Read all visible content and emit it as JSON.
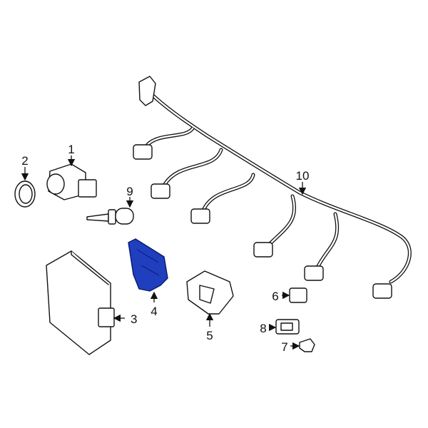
{
  "diagram": {
    "callouts": [
      "1",
      "2",
      "3",
      "4",
      "5",
      "6",
      "7",
      "8",
      "9",
      "10"
    ],
    "highlight_color": "#1f3fbf",
    "highlighted_part": "4"
  }
}
